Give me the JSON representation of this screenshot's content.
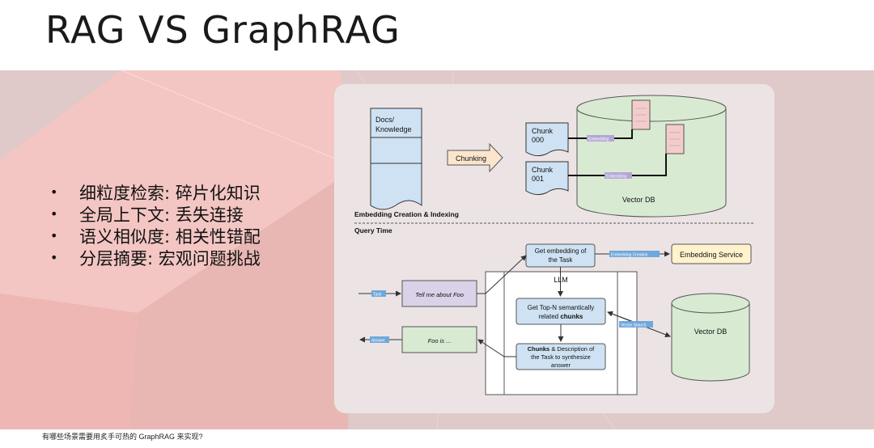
{
  "title": "RAG VS GraphRAG",
  "bullets": [
    "细粒度检索: 碎片化知识",
    "全局上下文: 丢失连接",
    "语义相似度: 相关性错配",
    "分层摘要: 宏观问题挑战"
  ],
  "footer": "有哪些场景需要用炙手可热的 GraphRAG 来实现?",
  "diagram": {
    "docs_line1": "Docs/",
    "docs_line2": "Knowledge",
    "chunking": "Chunking",
    "chunk0_l1": "Chunk",
    "chunk0_l2": "000",
    "chunk1_l1": "Chunk",
    "chunk1_l2": "001",
    "embedding_tag": "Embedding",
    "vector_db": "Vector DB",
    "section1": "Embedding Creation & Indexing",
    "section2": "Query Time",
    "get_emb_l1": "Get embedding of",
    "get_emb_l2": "the Task",
    "emb_creation_tag": "Embedding Creation",
    "emb_service": "Embedding Service",
    "llm": "LLM",
    "task_tag": "Task",
    "tell_me": "Tell me about Foo",
    "topn_l1": "Get Top-N semantically",
    "topn_l2": "related",
    "topn_bold": "chunks",
    "vector_search_tag": "Vector Search",
    "vector_db2": "Vector DB",
    "answer_tag": "Answer",
    "foo_is": "Foo is ...",
    "synth_bold": "Chunks",
    "synth_l1": " & Description of",
    "synth_l2": "the Task to synthesize",
    "synth_l3": "answer"
  }
}
